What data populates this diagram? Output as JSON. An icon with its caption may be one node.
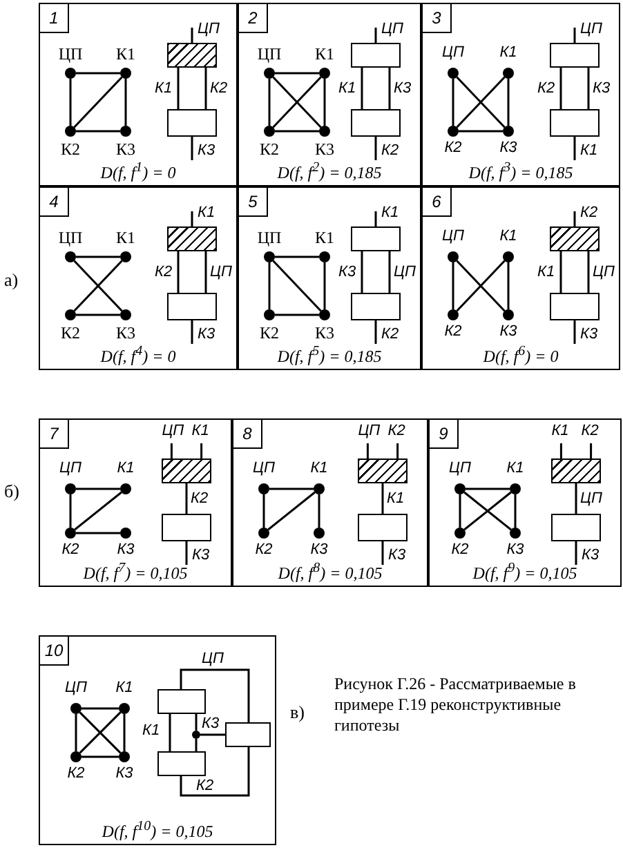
{
  "diagram": {
    "caption": "Рисунок Г.26 - Рассматриваемые в примере Г.19 реконструктивные гипотезы",
    "nodes": [
      {
        "text": [
          "1",
          "D(f, f$^{1}$) = 0"
        ]
      },
      {
        "text": [],
        "shape": "circle",
        "beside": [
          "ЦП"
        ],
        "in": 0
      },
      {
        "text": [],
        "shape": "circle",
        "beside": [
          "К1"
        ],
        "in": 0
      },
      {
        "text": [],
        "shape": "circle",
        "beside": [
          "К2"
        ],
        "in": 0
      },
      {
        "text": [],
        "shape": "circle",
        "beside": [
          "К3"
        ],
        "in": 0
      },
      {
        "text": [],
        "shape": "box",
        "in": 0
      },
      {
        "text": [],
        "shape": "box",
        "in": 0
      },
      {
        "text": [
          "2",
          "D(f, f$^{2}$) = 0,185"
        ]
      },
      {
        "text": [],
        "shape": "circle",
        "beside": [
          "ЦП"
        ],
        "in": 7
      },
      {
        "text": [],
        "shape": "circle",
        "beside": [
          "К1"
        ],
        "in": 7
      },
      {
        "text": [],
        "shape": "circle",
        "beside": [
          "К2"
        ],
        "in": 7
      },
      {
        "text": [],
        "shape": "circle",
        "beside": [
          "К3"
        ],
        "in": 7
      },
      {
        "text": [],
        "shape": "box",
        "in": 7
      },
      {
        "text": [],
        "shape": "box",
        "in": 7
      },
      {
        "text": [
          "3",
          "D(f, f$^{3}$) = 0,185"
        ]
      },
      {
        "text": [],
        "shape": "circle",
        "beside": [
          "ЦП"
        ],
        "in": 14
      },
      {
        "text": [],
        "shape": "circle",
        "beside": [
          "К1"
        ],
        "in": 14
      },
      {
        "text": [],
        "shape": "circle",
        "beside": [
          "К2"
        ],
        "in": 14
      },
      {
        "text": [],
        "shape": "circle",
        "beside": [
          "К3"
        ],
        "in": 14
      },
      {
        "text": [],
        "shape": "box",
        "in": 14
      },
      {
        "text": [],
        "shape": "box",
        "in": 14
      },
      {
        "text": [
          "4",
          "D(f, f$^{4}$) = 0"
        ]
      },
      {
        "text": [],
        "shape": "circle",
        "beside": [
          "ЦП"
        ],
        "in": 21
      },
      {
        "text": [],
        "shape": "circle",
        "beside": [
          "К1"
        ],
        "in": 21
      },
      {
        "text": [],
        "shape": "circle",
        "beside": [
          "К2"
        ],
        "in": 21
      },
      {
        "text": [],
        "shape": "circle",
        "beside": [
          "К3"
        ],
        "in": 21
      },
      {
        "text": [],
        "shape": "box",
        "in": 21
      },
      {
        "text": [],
        "shape": "box",
        "in": 21
      },
      {
        "text": [
          "5",
          "D(f, f$^{5}$) = 0,185"
        ]
      },
      {
        "text": [],
        "shape": "circle",
        "beside": [
          "ЦП"
        ],
        "in": 28
      },
      {
        "text": [],
        "shape": "circle",
        "beside": [
          "К1"
        ],
        "in": 28
      },
      {
        "text": [],
        "shape": "circle",
        "beside": [
          "К2"
        ],
        "in": 28
      },
      {
        "text": [],
        "shape": "circle",
        "beside": [
          "К3"
        ],
        "in": 28
      },
      {
        "text": [],
        "shape": "box",
        "in": 28
      },
      {
        "text": [],
        "shape": "box",
        "in": 28
      },
      {
        "text": [
          "6",
          "D(f, f$^{6}$) = 0"
        ]
      },
      {
        "text": [],
        "shape": "circle",
        "beside": [
          "ЦП"
        ],
        "in": 35
      },
      {
        "text": [],
        "shape": "circle",
        "beside": [
          "К1"
        ],
        "in": 35
      },
      {
        "text": [],
        "shape": "circle",
        "beside": [
          "К2"
        ],
        "in": 35
      },
      {
        "text": [],
        "shape": "circle",
        "beside": [
          "К3"
        ],
        "in": 35
      },
      {
        "text": [],
        "shape": "box",
        "in": 35
      },
      {
        "text": [],
        "shape": "box",
        "in": 35
      },
      {
        "text": [
          "7",
          "D(f, f$^{7}$) = 0,105"
        ]
      },
      {
        "text": [],
        "shape": "circle",
        "beside": [
          "ЦП"
        ],
        "in": 42
      },
      {
        "text": [],
        "shape": "circle",
        "beside": [
          "К1"
        ],
        "in": 42
      },
      {
        "text": [],
        "shape": "circle",
        "beside": [
          "К2"
        ],
        "in": 42
      },
      {
        "text": [],
        "shape": "circle",
        "beside": [
          "К3"
        ],
        "in": 42
      },
      {
        "text": [],
        "shape": "box",
        "in": 42
      },
      {
        "text": [],
        "shape": "box",
        "in": 42
      },
      {
        "text": [
          "8",
          "D(f, f$^{8}$) = 0,105"
        ]
      },
      {
        "text": [],
        "shape": "circle",
        "beside": [
          "ЦП"
        ],
        "in": 49
      },
      {
        "text": [],
        "shape": "circle",
        "beside": [
          "К1"
        ],
        "in": 49
      },
      {
        "text": [],
        "shape": "circle",
        "beside": [
          "К2"
        ],
        "in": 49
      },
      {
        "text": [],
        "shape": "circle",
        "beside": [
          "К3"
        ],
        "in": 49
      },
      {
        "text": [],
        "shape": "box",
        "in": 49
      },
      {
        "text": [],
        "shape": "box",
        "in": 49
      },
      {
        "text": [
          "9",
          "D(f, f$^{9}$) = 0,105"
        ]
      },
      {
        "text": [],
        "shape": "circle",
        "beside": [
          "ЦП"
        ],
        "in": 56
      },
      {
        "text": [],
        "shape": "circle",
        "beside": [
          "К1"
        ],
        "in": 56
      },
      {
        "text": [],
        "shape": "circle",
        "beside": [
          "К2"
        ],
        "in": 56
      },
      {
        "text": [],
        "shape": "circle",
        "beside": [
          "К3"
        ],
        "in": 56
      },
      {
        "text": [],
        "shape": "box",
        "in": 56
      },
      {
        "text": [],
        "shape": "box",
        "in": 56
      },
      {
        "text": [
          "10",
          "D(f, f$^{10}$) = 0,105"
        ]
      },
      {
        "text": [],
        "shape": "circle",
        "beside": [
          "ЦП"
        ],
        "in": 63
      },
      {
        "text": [],
        "shape": "circle",
        "beside": [
          "К1"
        ],
        "in": 63
      },
      {
        "text": [],
        "shape": "circle",
        "beside": [
          "К2"
        ],
        "in": 63
      },
      {
        "text": [],
        "shape": "circle",
        "beside": [
          "К3"
        ],
        "in": 63
      },
      {
        "text": [],
        "shape": "box",
        "in": 63
      },
      {
        "text": [],
        "shape": "box",
        "in": 63
      },
      {
        "text": [],
        "shape": "box",
        "in": 63
      },
      {
        "text": [],
        "shape": "circle",
        "in": 63
      }
    ],
    "edges": [
      {
        "from": 1,
        "to": 2,
        "arrow": "none"
      },
      {
        "from": 2,
        "to": 4,
        "arrow": "none"
      },
      {
        "from": 3,
        "to": 4,
        "arrow": "none"
      },
      {
        "from": 1,
        "to": 3,
        "arrow": "none"
      },
      {
        "from": 3,
        "to": 2,
        "arrow": "none"
      },
      {
        "from": null,
        "to": 5,
        "arrow": "none",
        "label": "ЦП"
      },
      {
        "from": 5,
        "to": 6,
        "arrow": "none",
        "label": "К1"
      },
      {
        "from": 5,
        "to": 6,
        "arrow": "none",
        "label": "К2"
      },
      {
        "from": 6,
        "to": null,
        "arrow": "none",
        "label": "К3"
      },
      {
        "from": 8,
        "to": 9,
        "arrow": "none"
      },
      {
        "from": 9,
        "to": 11,
        "arrow": "none"
      },
      {
        "from": 10,
        "to": 11,
        "arrow": "none"
      },
      {
        "from": 8,
        "to": 10,
        "arrow": "none"
      },
      {
        "from": 8,
        "to": 11,
        "arrow": "none"
      },
      {
        "from": 10,
        "to": 9,
        "arrow": "none"
      },
      {
        "from": null,
        "to": 12,
        "arrow": "none",
        "label": "ЦП"
      },
      {
        "from": 12,
        "to": 13,
        "arrow": "none",
        "label": "К1"
      },
      {
        "from": 12,
        "to": 13,
        "arrow": "none",
        "label": "К3"
      },
      {
        "from": 13,
        "to": null,
        "arrow": "none",
        "label": "К2"
      },
      {
        "from": 15,
        "to": 17,
        "arrow": "none"
      },
      {
        "from": 16,
        "to": 18,
        "arrow": "none"
      },
      {
        "from": 17,
        "to": 18,
        "arrow": "none"
      },
      {
        "from": 15,
        "to": 18,
        "arrow": "none"
      },
      {
        "from": 17,
        "to": 16,
        "arrow": "none"
      },
      {
        "from": null,
        "to": 19,
        "arrow": "none",
        "label": "ЦП"
      },
      {
        "from": 19,
        "to": 20,
        "arrow": "none",
        "label": "К2"
      },
      {
        "from": 19,
        "to": 20,
        "arrow": "none",
        "label": "К3"
      },
      {
        "from": 20,
        "to": null,
        "arrow": "none",
        "label": "К1"
      },
      {
        "from": 22,
        "to": 23,
        "arrow": "none"
      },
      {
        "from": 24,
        "to": 25,
        "arrow": "none"
      },
      {
        "from": 22,
        "to": 25,
        "arrow": "none"
      },
      {
        "from": 24,
        "to": 23,
        "arrow": "none"
      },
      {
        "from": null,
        "to": 26,
        "arrow": "none",
        "label": "К1"
      },
      {
        "from": 26,
        "to": 27,
        "arrow": "none",
        "label": "К2"
      },
      {
        "from": 26,
        "to": 27,
        "arrow": "none",
        "label": "ЦП"
      },
      {
        "from": 27,
        "to": null,
        "arrow": "none",
        "label": "К3"
      },
      {
        "from": 29,
        "to": 30,
        "arrow": "none"
      },
      {
        "from": 29,
        "to": 31,
        "arrow": "none"
      },
      {
        "from": 31,
        "to": 32,
        "arrow": "none"
      },
      {
        "from": 30,
        "to": 32,
        "arrow": "none"
      },
      {
        "from": 29,
        "to": 32,
        "arrow": "none"
      },
      {
        "from": null,
        "to": 33,
        "arrow": "none",
        "label": "К1"
      },
      {
        "from": 33,
        "to": 34,
        "arrow": "none",
        "label": "К3"
      },
      {
        "from": 33,
        "to": 34,
        "arrow": "none",
        "label": "ЦП"
      },
      {
        "from": 34,
        "to": null,
        "arrow": "none",
        "label": "К2"
      },
      {
        "from": 36,
        "to": 38,
        "arrow": "none"
      },
      {
        "from": 37,
        "to": 39,
        "arrow": "none"
      },
      {
        "from": 36,
        "to": 39,
        "arrow": "none"
      },
      {
        "from": 38,
        "to": 37,
        "arrow": "none"
      },
      {
        "from": null,
        "to": 40,
        "arrow": "none",
        "label": "К2"
      },
      {
        "from": 40,
        "to": 41,
        "arrow": "none",
        "label": "К1"
      },
      {
        "from": 40,
        "to": 41,
        "arrow": "none",
        "label": "ЦП"
      },
      {
        "from": 41,
        "to": null,
        "arrow": "none",
        "label": "К3"
      },
      {
        "from": 43,
        "to": 44,
        "arrow": "none"
      },
      {
        "from": 43,
        "to": 45,
        "arrow": "none"
      },
      {
        "from": 45,
        "to": 44,
        "arrow": "none"
      },
      {
        "from": 45,
        "to": 46,
        "arrow": "none"
      },
      {
        "from": null,
        "to": 47,
        "arrow": "none",
        "label": "ЦП"
      },
      {
        "from": null,
        "to": 47,
        "arrow": "none",
        "label": "К1"
      },
      {
        "from": 47,
        "to": 48,
        "arrow": "none",
        "label": "К2"
      },
      {
        "from": 48,
        "to": null,
        "arrow": "none",
        "label": "К3"
      },
      {
        "from": 50,
        "to": 51,
        "arrow": "none"
      },
      {
        "from": 50,
        "to": 52,
        "arrow": "none"
      },
      {
        "from": 52,
        "to": 51,
        "arrow": "none"
      },
      {
        "from": 51,
        "to": 53,
        "arrow": "none"
      },
      {
        "from": null,
        "to": 54,
        "arrow": "none",
        "label": "ЦП"
      },
      {
        "from": null,
        "to": 54,
        "arrow": "none",
        "label": "К2"
      },
      {
        "from": 54,
        "to": 55,
        "arrow": "none",
        "label": "К1"
      },
      {
        "from": 55,
        "to": null,
        "arrow": "none",
        "label": "К3"
      },
      {
        "from": 57,
        "to": 58,
        "arrow": "none"
      },
      {
        "from": 57,
        "to": 59,
        "arrow": "none"
      },
      {
        "from": 58,
        "to": 60,
        "arrow": "none"
      },
      {
        "from": 57,
        "to": 60,
        "arrow": "none"
      },
      {
        "from": 59,
        "to": 58,
        "arrow": "none"
      },
      {
        "from": null,
        "to": 61,
        "arrow": "none",
        "label": "К1"
      },
      {
        "from": null,
        "to": 61,
        "arrow": "none",
        "label": "К2"
      },
      {
        "from": 61,
        "to": 62,
        "arrow": "none",
        "label": "ЦП"
      },
      {
        "from": 62,
        "to": null,
        "arrow": "none",
        "label": "К3"
      },
      {
        "from": 64,
        "to": 65,
        "arrow": "none"
      },
      {
        "from": 66,
        "to": 67,
        "arrow": "none"
      },
      {
        "from": 64,
        "to": 66,
        "arrow": "none"
      },
      {
        "from": 65,
        "to": 67,
        "arrow": "none"
      },
      {
        "from": 64,
        "to": 67,
        "arrow": "none"
      },
      {
        "from": 66,
        "to": 65,
        "arrow": "none"
      },
      {
        "from": 68,
        "to": 70,
        "arrow": "none",
        "label": "ЦП"
      },
      {
        "from": 68,
        "to": 69,
        "arrow": "none",
        "label": "К1"
      },
      {
        "from": 68,
        "to": 71,
        "arrow": "none"
      },
      {
        "from": 71,
        "to": 69,
        "arrow": "none"
      },
      {
        "from": 71,
        "to": 70,
        "arrow": "none",
        "label": "К3"
      },
      {
        "from": 69,
        "to": 70,
        "arrow": "none",
        "label": "К2"
      }
    ],
    "labels": [
      "а)",
      "б)",
      "в)"
    ]
  }
}
